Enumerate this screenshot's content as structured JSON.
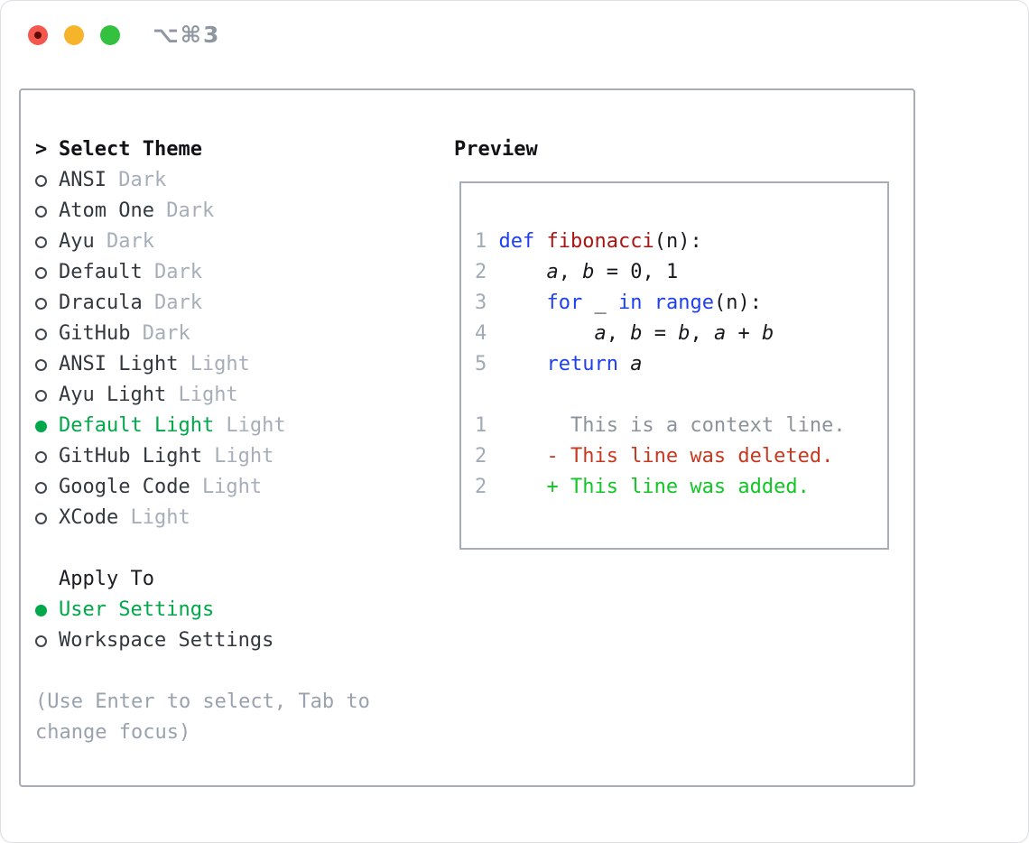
{
  "titlebar": {
    "shortcut": "⌥⌘3"
  },
  "icons": {
    "traffic_lights": [
      "close-button",
      "minimize-button",
      "zoom-button"
    ],
    "cursor": ">",
    "radio_unselected": "outline-circle",
    "radio_selected": "filled-circle"
  },
  "colors": {
    "selected_green": "#00a84a",
    "added_green": "#12c626",
    "deleted_red": "#c8381f",
    "keyword_blue": "#1e40f0",
    "function_red": "#a81515",
    "muted_suffix_gray": "#a7aeb9",
    "help_gray": "#9aa2ae",
    "line_number_gray": "#a2aab6",
    "panel_border_gray": "#a6adb7",
    "traffic_red": "#f3574d",
    "traffic_yellow": "#f6b42b",
    "traffic_green": "#33c13f"
  },
  "theme_list": {
    "cursor": ">",
    "header": "Select Theme",
    "items": [
      {
        "name": "ANSI",
        "variant": "Dark",
        "selected": false
      },
      {
        "name": "Atom One",
        "variant": "Dark",
        "selected": false
      },
      {
        "name": "Ayu",
        "variant": "Dark",
        "selected": false
      },
      {
        "name": "Default",
        "variant": "Dark",
        "selected": false
      },
      {
        "name": "Dracula",
        "variant": "Dark",
        "selected": false
      },
      {
        "name": "GitHub",
        "variant": "Dark",
        "selected": false
      },
      {
        "name": "ANSI Light",
        "variant": "Light",
        "selected": false
      },
      {
        "name": "Ayu Light",
        "variant": "Light",
        "selected": false
      },
      {
        "name": "Default Light",
        "variant": "Light",
        "selected": true
      },
      {
        "name": "GitHub Light",
        "variant": "Light",
        "selected": false
      },
      {
        "name": "Google Code",
        "variant": "Light",
        "selected": false
      },
      {
        "name": "XCode",
        "variant": "Light",
        "selected": false
      }
    ]
  },
  "apply_to": {
    "header": "Apply To",
    "options": [
      {
        "label": "User Settings",
        "selected": true
      },
      {
        "label": "Workspace Settings",
        "selected": false
      }
    ]
  },
  "help_lines": [
    "(Use Enter to select, Tab to",
    "change focus)"
  ],
  "preview": {
    "title": "Preview",
    "lines": [
      {
        "num": "1",
        "segs": [
          {
            "t": "def",
            "c": "kw"
          },
          {
            "t": " ",
            "c": ""
          },
          {
            "t": "fibonacci",
            "c": "fn"
          },
          {
            "t": "(n):",
            "c": ""
          }
        ]
      },
      {
        "num": "2",
        "segs": [
          {
            "t": "    ",
            "c": ""
          },
          {
            "t": "a",
            "c": "var"
          },
          {
            "t": ", ",
            "c": ""
          },
          {
            "t": "b",
            "c": "var"
          },
          {
            "t": " = 0, 1",
            "c": ""
          }
        ]
      },
      {
        "num": "3",
        "segs": [
          {
            "t": "    ",
            "c": ""
          },
          {
            "t": "for",
            "c": "kw"
          },
          {
            "t": " _ ",
            "c": ""
          },
          {
            "t": "in",
            "c": "kw"
          },
          {
            "t": " ",
            "c": ""
          },
          {
            "t": "range",
            "c": "kw"
          },
          {
            "t": "(n):",
            "c": ""
          }
        ]
      },
      {
        "num": "4",
        "segs": [
          {
            "t": "        ",
            "c": ""
          },
          {
            "t": "a",
            "c": "var"
          },
          {
            "t": ", ",
            "c": ""
          },
          {
            "t": "b",
            "c": "var"
          },
          {
            "t": " = ",
            "c": ""
          },
          {
            "t": "b",
            "c": "var"
          },
          {
            "t": ", ",
            "c": ""
          },
          {
            "t": "a",
            "c": "var"
          },
          {
            "t": " + ",
            "c": ""
          },
          {
            "t": "b",
            "c": "var"
          }
        ]
      },
      {
        "num": "5",
        "segs": [
          {
            "t": "    ",
            "c": ""
          },
          {
            "t": "return",
            "c": "kw"
          },
          {
            "t": " ",
            "c": ""
          },
          {
            "t": "a",
            "c": "var"
          }
        ]
      },
      {
        "num": "",
        "segs": []
      },
      {
        "num": "1",
        "segs": [
          {
            "t": "      This is a context line.",
            "c": "ctx"
          }
        ]
      },
      {
        "num": "2",
        "segs": [
          {
            "t": "    - This line was deleted.",
            "c": "del"
          }
        ]
      },
      {
        "num": "2",
        "segs": [
          {
            "t": "    + This line was added.",
            "c": "add"
          }
        ]
      }
    ]
  }
}
